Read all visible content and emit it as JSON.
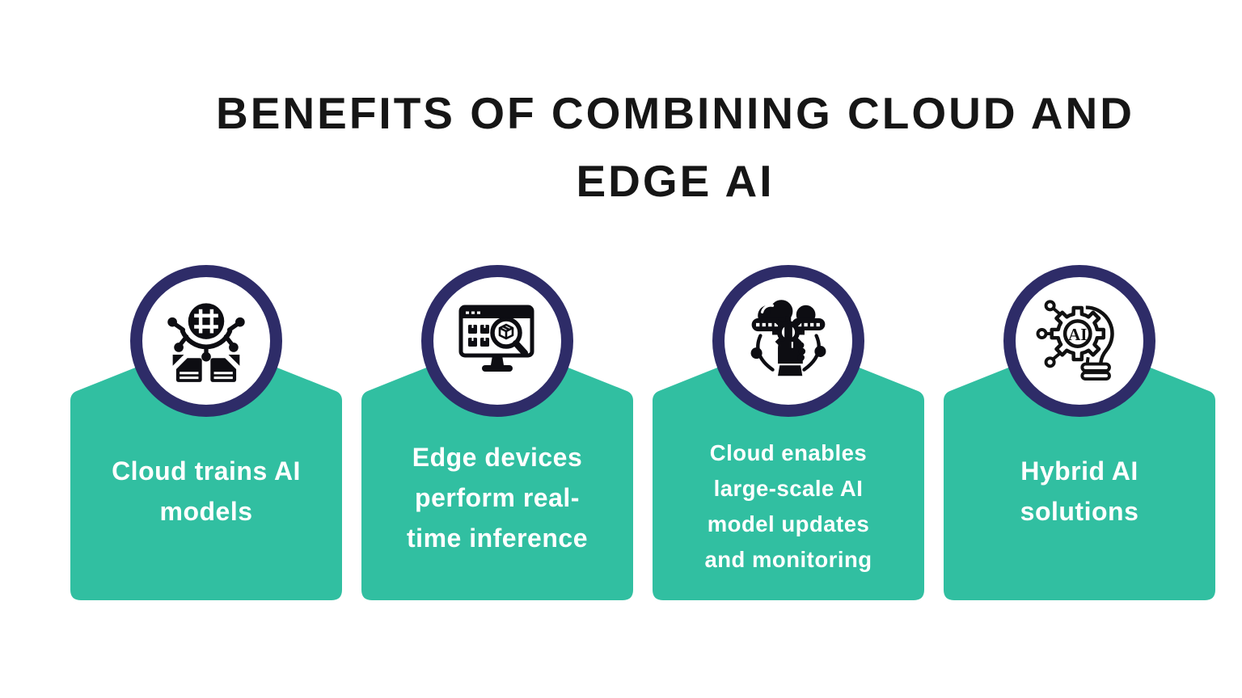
{
  "title": {
    "line1": "BENEFITS OF COMBINING CLOUD AND",
    "line2": "EDGE AI"
  },
  "colors": {
    "background": "#ffffff",
    "card_teal": "#31bfa1",
    "ring_navy": "#2e2c68",
    "icon_black": "#0d0d12",
    "title_black": "#161616",
    "card_text_white": "#ffffff"
  },
  "cards": [
    {
      "label": "Cloud trains AI models",
      "lines": [
        "Cloud trains AI",
        "models"
      ],
      "icon": "chip-network-documents-icon"
    },
    {
      "label": "Edge devices perform real-time inference",
      "lines": [
        "Edge devices",
        "perform real-",
        "time inference"
      ],
      "icon": "monitor-magnifier-icon"
    },
    {
      "label": "Cloud enables large-scale AI model updates and monitoring",
      "lines": [
        "Cloud enables",
        "large-scale AI",
        "model updates",
        "and monitoring"
      ],
      "icon": "cloud-gear-hand-icon"
    },
    {
      "label": "Hybrid AI solutions",
      "lines": [
        "Hybrid AI",
        "solutions"
      ],
      "icon": "gear-ai-lightbulb-icon",
      "icon_label": "AI"
    }
  ]
}
